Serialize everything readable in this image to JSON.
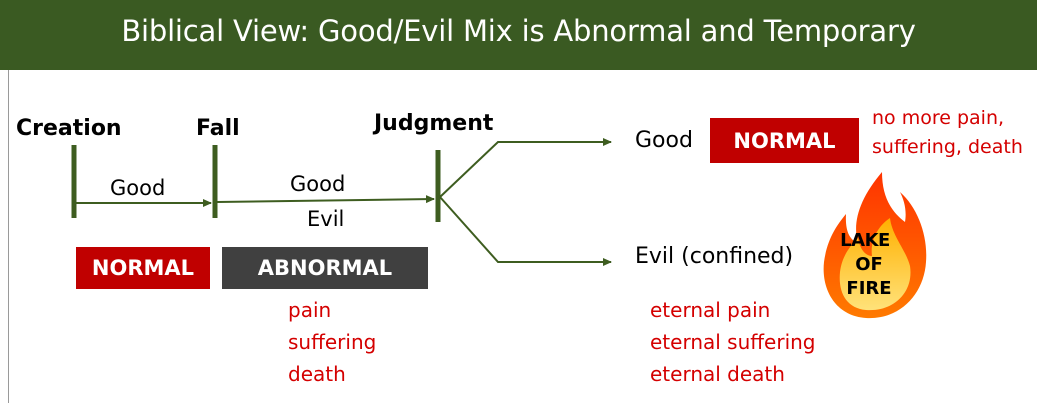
{
  "header": {
    "title": "Biblical View: Good/Evil Mix is Abnormal and Temporary"
  },
  "timeline": {
    "creation": "Creation",
    "fall": "Fall",
    "judgment": "Judgment",
    "seg1_label": "Good",
    "seg2_label_top": "Good",
    "seg2_label_bottom": "Evil"
  },
  "badges": {
    "normal_left": "NORMAL",
    "abnormal": "ABNORMAL",
    "normal_right": "NORMAL"
  },
  "abnormal_effects": [
    "pain",
    "suffering",
    "death"
  ],
  "outcomes": {
    "good_label": "Good",
    "good_note_1": "no more pain,",
    "good_note_2": "suffering, death",
    "evil_label": "Evil (confined)",
    "evil_effects": [
      "eternal pain",
      "eternal suffering",
      "eternal death"
    ]
  },
  "lake_of_fire": {
    "text": "LAKE OF FIRE",
    "line1": "LAKE",
    "line2": "OF",
    "line3": "FIRE"
  },
  "colors": {
    "header": "#3a5a22",
    "line": "#3e5d20",
    "red": "#c00000",
    "dark": "#404040",
    "accent_text": "#d40000"
  }
}
